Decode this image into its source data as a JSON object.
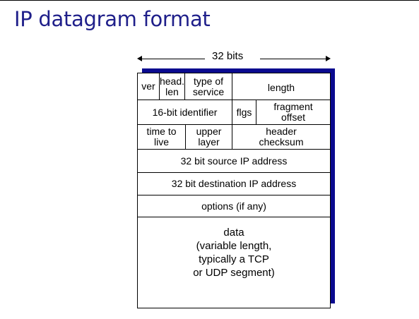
{
  "slide": {
    "title": "IP datagram format"
  },
  "diagram": {
    "width_label": "32 bits",
    "fields": {
      "ver": "ver",
      "head_len": "head.\nlen",
      "type_of_service": "type of\nservice",
      "length": "length",
      "identifier": "16-bit identifier",
      "flgs": "flgs",
      "fragment_offset": "fragment\noffset",
      "time_to_live": "time to\nlive",
      "upper_layer": "upper\nlayer",
      "header_checksum": "header\nchecksum",
      "source_ip": "32 bit source IP address",
      "destination_ip": "32 bit destination IP address",
      "options": "options (if any)",
      "data": "data\n(variable length,\ntypically a TCP\nor UDP segment)"
    }
  },
  "colors": {
    "title": "#1f1f8a",
    "shadow": "#0a0a8f",
    "line": "#000000"
  }
}
